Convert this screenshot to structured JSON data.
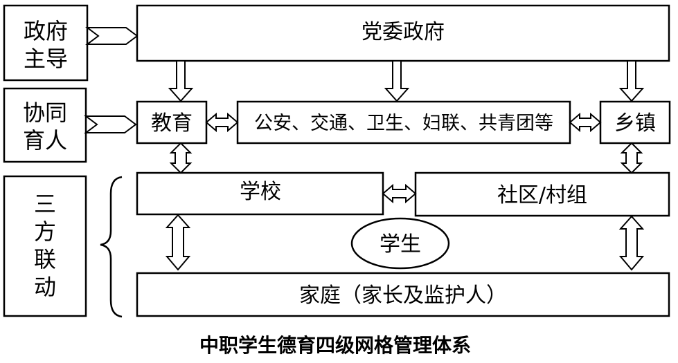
{
  "left_labels": {
    "government_lead": [
      "政府",
      "主导"
    ],
    "collaborative": [
      "协同",
      "育人"
    ],
    "three_party": [
      "三",
      "方",
      "联",
      "动"
    ]
  },
  "boxes": {
    "party_government": "党委政府",
    "education": "教育",
    "departments": "公安、交通、卫生、妇联、共青团等",
    "township": "乡镇",
    "school": "学校",
    "community": "社区/村组",
    "student": "学生",
    "family": "家庭（家长及监护人）"
  },
  "caption": "中职学生德育四级网格管理体系"
}
